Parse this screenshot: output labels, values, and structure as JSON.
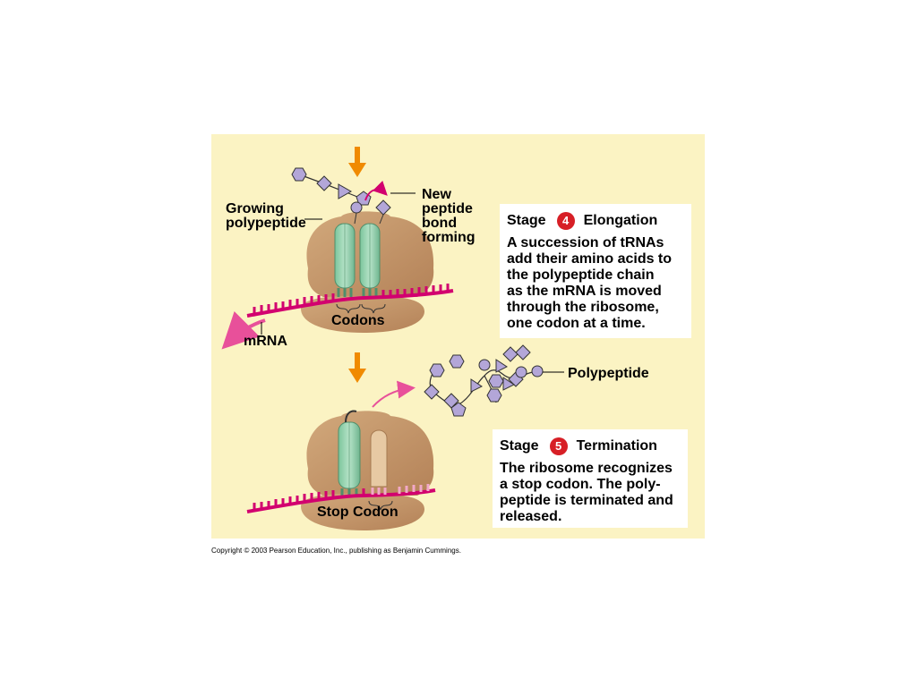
{
  "labels": {
    "growing_polypeptide": [
      "Growing",
      "polypeptide"
    ],
    "new_peptide_bond": [
      "New",
      "peptide",
      "bond",
      "forming"
    ],
    "codons": "Codons",
    "mrna": "mRNA",
    "polypeptide": "Polypeptide",
    "stop_codon": "Stop Codon"
  },
  "stages": [
    {
      "word": "Stage",
      "number": "4",
      "title": "Elongation",
      "text": "A succession of tRNAs\nadd their amino acids to\nthe polypeptide chain\nas the mRNA is moved\nthrough the ribosome,\none codon at a time."
    },
    {
      "word": "Stage",
      "number": "5",
      "title": "Termination",
      "text": "The ribosome recognizes\na stop codon. The poly-\npeptide is terminated and\nreleased."
    }
  ],
  "copyright": "Copyright © 2003 Pearson Education, Inc., publishing as Benjamin Cummings.",
  "colors": {
    "panel_background": "#fbf3c3",
    "ribosome": "#c69a6c",
    "trna": "#8fcfae",
    "mrna": "#d2006f",
    "arrow": "#f08a00",
    "amino_acid": "#b3a6d8",
    "stage_number_badge": "#d71f26"
  }
}
